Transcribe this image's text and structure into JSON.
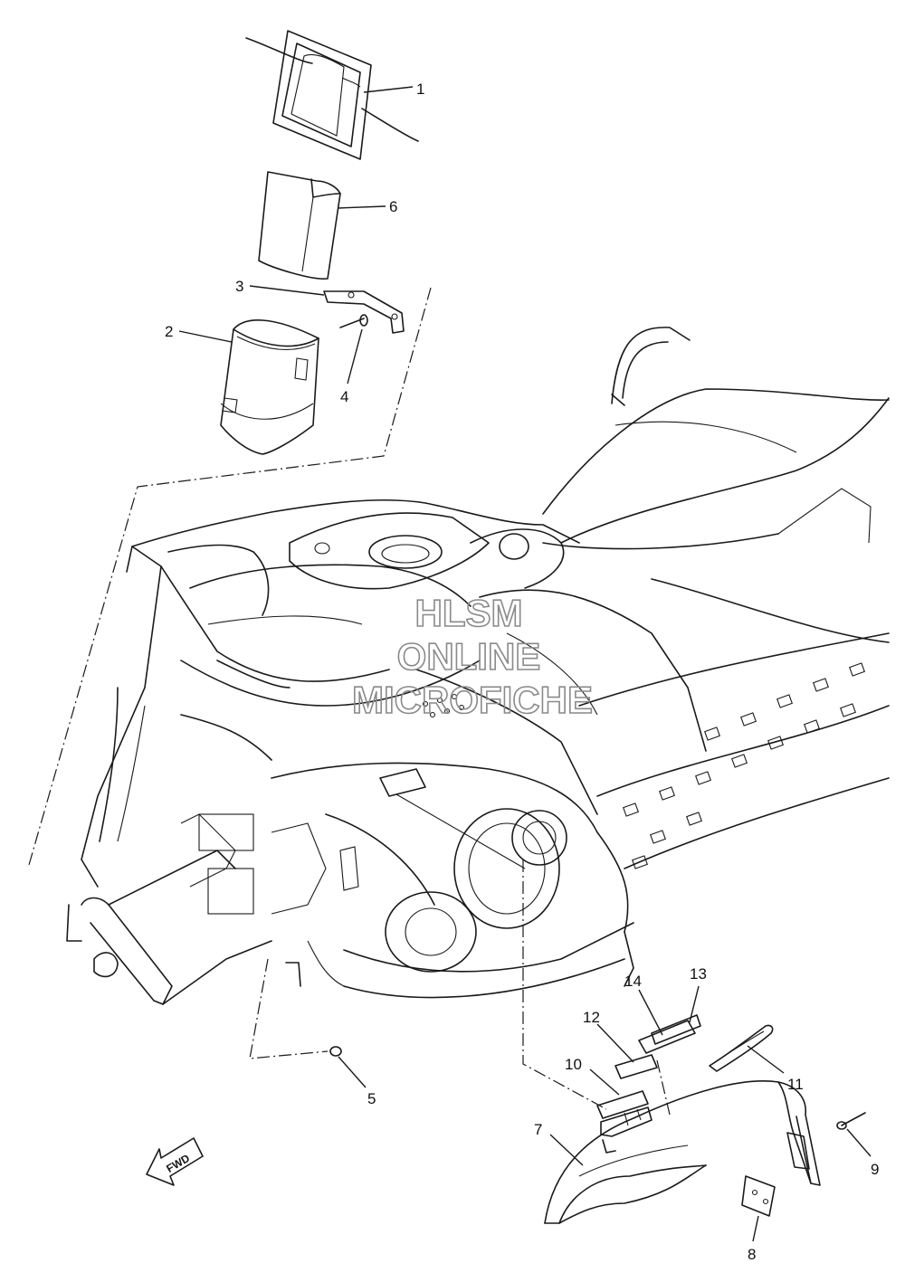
{
  "callouts": [
    {
      "id": "1",
      "label": "1"
    },
    {
      "id": "2",
      "label": "2"
    },
    {
      "id": "3",
      "label": "3"
    },
    {
      "id": "4",
      "label": "4"
    },
    {
      "id": "5",
      "label": "5"
    },
    {
      "id": "6",
      "label": "6"
    },
    {
      "id": "7",
      "label": "7"
    },
    {
      "id": "8",
      "label": "8"
    },
    {
      "id": "9",
      "label": "9"
    },
    {
      "id": "10",
      "label": "10"
    },
    {
      "id": "11",
      "label": "11"
    },
    {
      "id": "12",
      "label": "12"
    },
    {
      "id": "13",
      "label": "13"
    },
    {
      "id": "14",
      "label": "14"
    }
  ],
  "watermark": {
    "line1": "HLSM",
    "line2": "ONLINE",
    "line3": "MICROFICHE"
  },
  "direction_arrow": {
    "label": "FWD",
    "icon": "fwd-arrow-icon"
  },
  "colors": {
    "line": "#1a1a1a",
    "watermark": "#8a8a8a",
    "background": "#ffffff"
  }
}
